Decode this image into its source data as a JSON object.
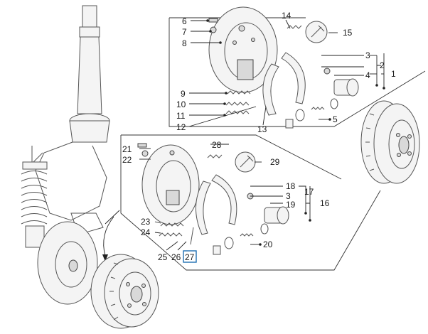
{
  "callouts": [
    {
      "id": "c1",
      "label": "1"
    },
    {
      "id": "c2",
      "label": "2"
    },
    {
      "id": "c3",
      "label": "3"
    },
    {
      "id": "c4",
      "label": "4"
    },
    {
      "id": "c5",
      "label": "5"
    },
    {
      "id": "c6",
      "label": "6"
    },
    {
      "id": "c7",
      "label": "7"
    },
    {
      "id": "c8",
      "label": "8"
    },
    {
      "id": "c9",
      "label": "9"
    },
    {
      "id": "c10",
      "label": "10"
    },
    {
      "id": "c11",
      "label": "11"
    },
    {
      "id": "c12",
      "label": "12"
    },
    {
      "id": "c13",
      "label": "13"
    },
    {
      "id": "c14",
      "label": "14"
    },
    {
      "id": "c15",
      "label": "15"
    },
    {
      "id": "c16",
      "label": "16"
    },
    {
      "id": "c17",
      "label": "17"
    },
    {
      "id": "c18",
      "label": "18"
    },
    {
      "id": "c19",
      "label": "19"
    },
    {
      "id": "c20",
      "label": "20"
    },
    {
      "id": "c21",
      "label": "21"
    },
    {
      "id": "c22",
      "label": "22"
    },
    {
      "id": "c23",
      "label": "23"
    },
    {
      "id": "c24",
      "label": "24"
    },
    {
      "id": "c25",
      "label": "25"
    },
    {
      "id": "c26",
      "label": "26"
    },
    {
      "id": "c27",
      "label": "27"
    },
    {
      "id": "c28",
      "label": "28"
    },
    {
      "id": "c29",
      "label": "29"
    }
  ],
  "highlighted_callout": "27",
  "colors": {
    "line": "#555555",
    "text": "#1a1a1a",
    "highlight": "#1f6fb2",
    "background": "#ffffff"
  }
}
